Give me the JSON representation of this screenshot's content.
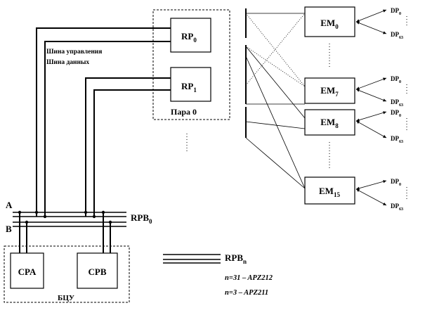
{
  "pair": {
    "rp0": {
      "base": "RP",
      "sub": "0"
    },
    "rp1": {
      "base": "RP",
      "sub": "1"
    },
    "label": "Пара 0"
  },
  "bus_labels": {
    "control": "Шина управления",
    "data": "Шина данных"
  },
  "em_units": [
    {
      "base": "EM",
      "sub": "0"
    },
    {
      "base": "EM",
      "sub": "7"
    },
    {
      "base": "EM",
      "sub": "8"
    },
    {
      "base": "EM",
      "sub": "15"
    }
  ],
  "dp_labels": {
    "first": "DP",
    "first_sub": "0",
    "last": "DP",
    "last_sub": "63"
  },
  "rpb": {
    "side_a": "A",
    "side_b": "B",
    "bus_name": "RPB",
    "bus_sub": "0"
  },
  "central": {
    "cpa": "CPA",
    "cpb": "CPB",
    "label": "БЦУ"
  },
  "legend": {
    "bus": "RPB",
    "bus_sub": "n",
    "line1": "n=31 – APZ212",
    "line2": "n=3 – APZ211"
  }
}
